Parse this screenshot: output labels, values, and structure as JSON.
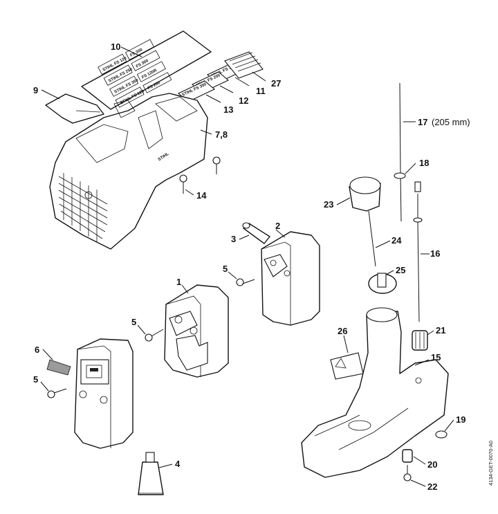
{
  "diagram": {
    "doc_code": "4134-GET-0070-A0",
    "labels": {
      "p1": "1",
      "p2": "2",
      "p3": "3",
      "p4": "4",
      "p5a": "5",
      "p5b": "5",
      "p5c": "5",
      "p6": "6",
      "p78": "7,8",
      "p9": "9",
      "p10": "10",
      "p11": "11",
      "p12": "12",
      "p13": "13",
      "p14": "14",
      "p15": "15",
      "p16": "16",
      "p17": "17",
      "p17_note": "(205 mm)",
      "p18": "18",
      "p19": "19",
      "p20": "20",
      "p21": "21",
      "p22": "22",
      "p23": "23",
      "p24": "24",
      "p25": "25",
      "p26": "26",
      "p27": "27"
    },
    "decal_text": {
      "brand": "STIHL",
      "models": [
        "FS 120",
        "FS 200",
        "FS 250",
        "FS 300",
        "FS 350",
        "FS 120R"
      ]
    }
  }
}
